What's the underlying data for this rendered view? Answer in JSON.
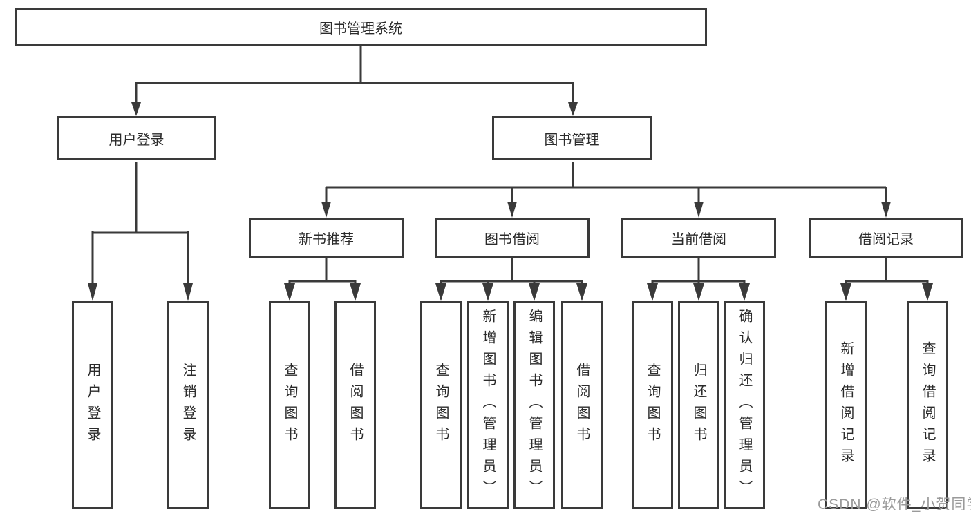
{
  "tree": {
    "root": "图书管理系统",
    "branches": [
      {
        "label": "用户登录",
        "children": [
          "用户登录",
          "注销登录"
        ]
      },
      {
        "label": "图书管理",
        "sections": [
          {
            "label": "新书推荐",
            "children": [
              "查询图书",
              "借阅图书"
            ]
          },
          {
            "label": "图书借阅",
            "children": [
              "查询图书",
              "新增图书（管理员）",
              "编辑图书（管理员）",
              "借阅图书"
            ]
          },
          {
            "label": "当前借阅",
            "children": [
              "查询图书",
              "归还图书",
              "确认归还（管理员）"
            ]
          },
          {
            "label": "借阅记录",
            "children": [
              "新增借阅记录",
              "查询借阅记录"
            ]
          }
        ]
      }
    ]
  },
  "watermark": "CSDN @软件_小贺同学",
  "colors": {
    "line": "#3a3a3a",
    "text": "#2b2b2b",
    "watermark": "#9a9a9a"
  }
}
